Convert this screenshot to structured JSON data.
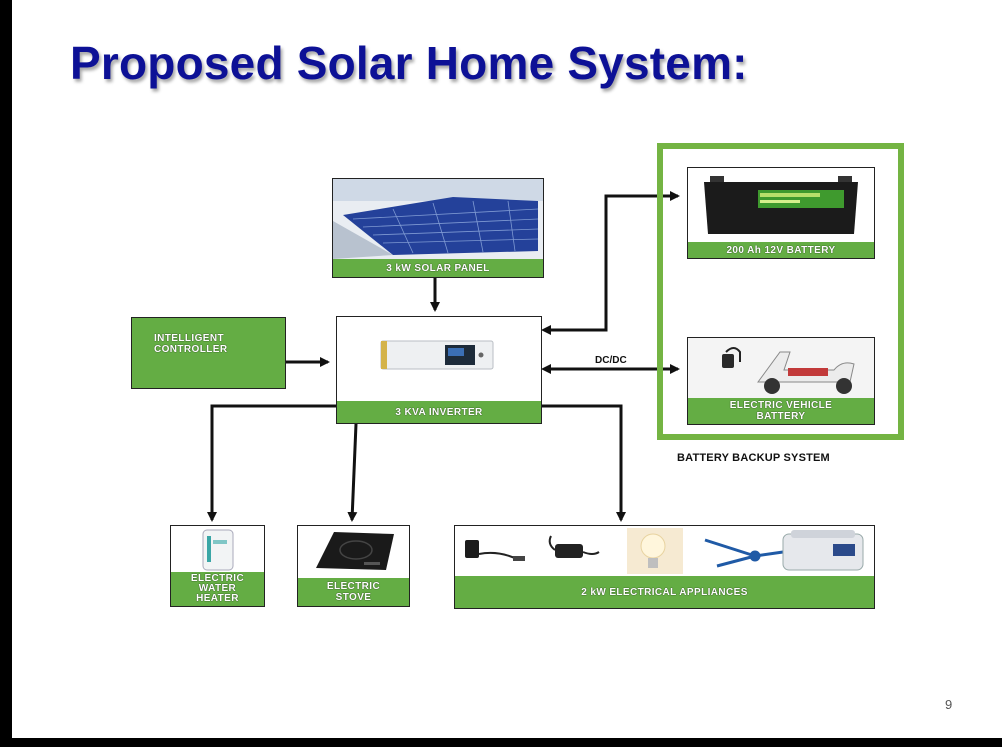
{
  "slide": {
    "title": "Proposed Solar Home System:",
    "page_number": "9"
  },
  "diagram": {
    "solar_panel": "3 kW SOLAR PANEL",
    "controller": "INTELLIGENT\nCONTROLLER",
    "inverter": "3 KVA INVERTER",
    "battery": "200 Ah 12V BATTERY",
    "ev_battery": "ELECTRIC VEHICLE\nBATTERY",
    "water_heater": "ELECTRIC\nWATER\nHEATER",
    "stove": "ELECTRIC\nSTOVE",
    "appliances": "2 kW ELECTRICAL APPLIANCES",
    "dcdc_label": "DC/DC",
    "backup_caption": "BATTERY BACKUP SYSTEM",
    "icons": [
      "solar-panel-image",
      "inverter-image",
      "battery-image",
      "ev-scooter-image",
      "water-heater-image",
      "induction-stove-image",
      "charger-icon",
      "adapter-icon",
      "bulb-icon",
      "ceiling-fan-icon",
      "rice-cooker-icon"
    ],
    "colors": {
      "title": "#0d1196",
      "label_green": "#64ad44",
      "frame_green": "#74b443"
    }
  }
}
